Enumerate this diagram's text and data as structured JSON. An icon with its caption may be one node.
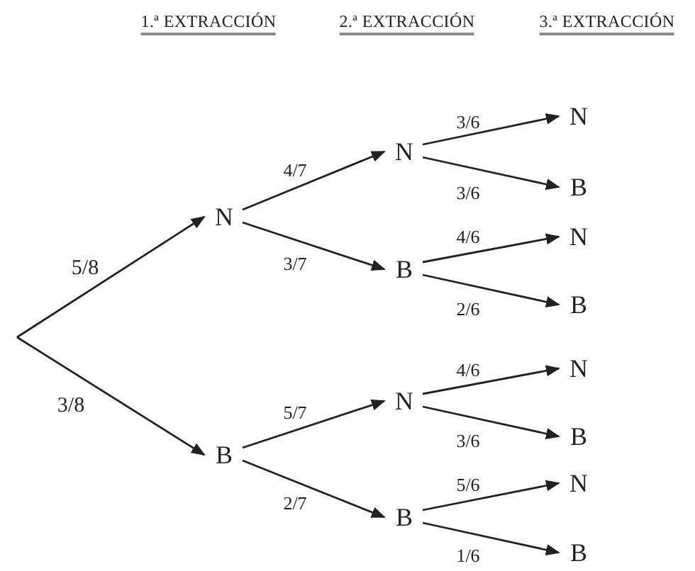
{
  "diagram": {
    "nodes": [
      {
        "text": [
          "N"
        ]
      },
      {
        "text": [
          "B"
        ]
      },
      {
        "text": [
          "N"
        ]
      },
      {
        "text": [
          "B"
        ]
      },
      {
        "text": [
          "N"
        ]
      },
      {
        "text": [
          "B"
        ]
      },
      {
        "text": [
          "N"
        ]
      },
      {
        "text": [
          "B"
        ]
      },
      {
        "text": [
          "N"
        ]
      },
      {
        "text": [
          "B"
        ]
      },
      {
        "text": [
          "N"
        ]
      },
      {
        "text": [
          "B"
        ]
      },
      {
        "text": [
          "N"
        ]
      },
      {
        "text": [
          "B"
        ]
      }
    ],
    "edges": [
      {
        "from": null,
        "to": 0,
        "arrow": "to",
        "label": "5/8"
      },
      {
        "from": null,
        "to": 1,
        "arrow": "to",
        "label": "3/8"
      },
      {
        "from": 0,
        "to": 2,
        "arrow": "to",
        "label": "4/7"
      },
      {
        "from": 0,
        "to": 3,
        "arrow": "to",
        "label": "3/7"
      },
      {
        "from": 1,
        "to": 4,
        "arrow": "to",
        "label": "5/7"
      },
      {
        "from": 1,
        "to": 5,
        "arrow": "to",
        "label": "2/7"
      },
      {
        "from": 2,
        "to": 6,
        "arrow": "to",
        "label": "3/6"
      },
      {
        "from": 2,
        "to": 7,
        "arrow": "to",
        "label": "3/6"
      },
      {
        "from": 3,
        "to": 8,
        "arrow": "to",
        "label": "4/6"
      },
      {
        "from": 3,
        "to": 9,
        "arrow": "to",
        "label": "2/6"
      },
      {
        "from": 4,
        "to": 10,
        "arrow": "to",
        "label": "4/6"
      },
      {
        "from": 4,
        "to": 11,
        "arrow": "to",
        "label": "3/6"
      },
      {
        "from": 5,
        "to": 12,
        "arrow": "to",
        "label": "5/6"
      },
      {
        "from": 5,
        "to": 13,
        "arrow": "to",
        "label": "1/6"
      }
    ],
    "labels": [
      "1.ª EXTRACCIÓN",
      "2.ª EXTRACCIÓN",
      "3.ª EXTRACCIÓN"
    ]
  }
}
